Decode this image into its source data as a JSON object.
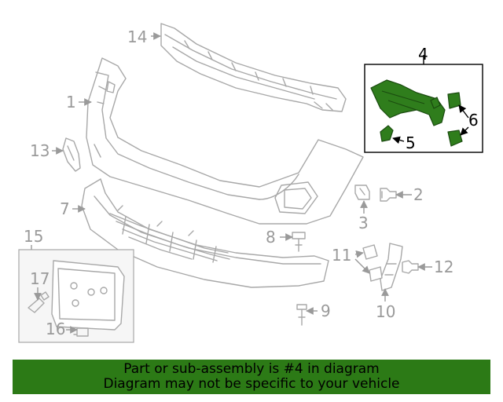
{
  "diagram": {
    "callouts": [
      "1",
      "2",
      "3",
      "4",
      "5",
      "6",
      "7",
      "8",
      "9",
      "10",
      "11",
      "12",
      "13",
      "14",
      "15",
      "16",
      "17"
    ],
    "highlighted_part": "4",
    "colors": {
      "highlight": "#2f7d1c",
      "linework": "#a8a8a8",
      "banner": "#2c7a16"
    }
  },
  "banner": {
    "line1": "Part or sub-assembly is #4 in diagram",
    "line2": "Diagram may not be specific to your vehicle"
  }
}
